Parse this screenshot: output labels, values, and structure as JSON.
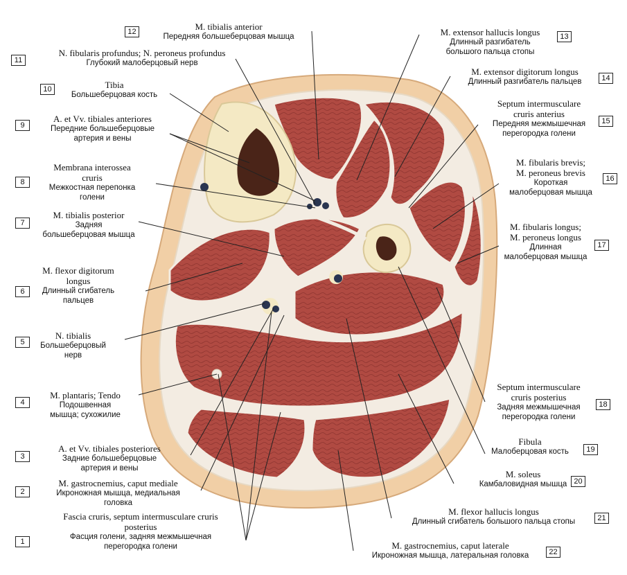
{
  "labels": [
    {
      "num": "1",
      "lat": [
        "Fascia cruris, septum intermusculare cruris",
        "posterius"
      ],
      "ru": [
        "Фасция голени, задняя межмышечная",
        "перегородка голени"
      ]
    },
    {
      "num": "2",
      "lat": [
        "M. gastrocnemius, caput mediale"
      ],
      "ru": [
        "Икроножная мышца, медиальная",
        "головка"
      ]
    },
    {
      "num": "3",
      "lat": [
        "A. et Vv. tibiales posteriores"
      ],
      "ru": [
        "Задние большеберцовые",
        "артерия и вены"
      ]
    },
    {
      "num": "4",
      "lat": [
        "M. plantaris; Tendo"
      ],
      "ru": [
        "Подошвенная",
        "мышца; сухожилие"
      ]
    },
    {
      "num": "5",
      "lat": [
        "N. tibialis"
      ],
      "ru": [
        "Большеберцовый",
        "нерв"
      ]
    },
    {
      "num": "6",
      "lat": [
        "M. flexor digitorum",
        "longus"
      ],
      "ru": [
        "Длинный сгибатель",
        "пальцев"
      ]
    },
    {
      "num": "7",
      "lat": [
        "M. tibialis posterior"
      ],
      "ru": [
        "Задняя",
        "большеберцовая мышца"
      ]
    },
    {
      "num": "8",
      "lat": [
        "Membrana interossea",
        "cruris"
      ],
      "ru": [
        "Межкостная перепонка",
        "голени"
      ]
    },
    {
      "num": "9",
      "lat": [
        "A. et Vv. tibiales anteriores"
      ],
      "ru": [
        "Передние большеберцовые",
        "артерия и вены"
      ]
    },
    {
      "num": "10",
      "lat": [
        "Tibia"
      ],
      "ru": [
        "Большеберцовая кость"
      ]
    },
    {
      "num": "11",
      "lat": [
        "N. fibularis profundus; N. peroneus profundus"
      ],
      "ru": [
        "Глубокий малоберцовый нерв"
      ]
    },
    {
      "num": "12",
      "lat": [
        "M. tibialis anterior"
      ],
      "ru": [
        "Передняя большеберцовая мышца"
      ]
    },
    {
      "num": "13",
      "lat": [
        "M. extensor hallucis longus"
      ],
      "ru": [
        "Длинный разгибатель",
        "большого пальца стопы"
      ]
    },
    {
      "num": "14",
      "lat": [
        "M. extensor digitorum longus"
      ],
      "ru": [
        "Длинный разгибатель пальцев"
      ]
    },
    {
      "num": "15",
      "lat": [
        "Septum intermusculare",
        "cruris anterius"
      ],
      "ru": [
        "Передняя межмышечная",
        "перегородка голени"
      ]
    },
    {
      "num": "16",
      "lat": [
        "M. fibularis brevis;",
        "M. peroneus brevis"
      ],
      "ru": [
        "Короткая",
        "малоберцовая мышца"
      ]
    },
    {
      "num": "17",
      "lat": [
        "M. fibularis longus;",
        "M. peroneus longus"
      ],
      "ru": [
        "Длинная",
        "малоберцовая мышца"
      ]
    },
    {
      "num": "18",
      "lat": [
        "Septum intermusculare",
        "cruris posterius"
      ],
      "ru": [
        "Задняя межмышечная",
        "перегородка голени"
      ]
    },
    {
      "num": "19",
      "lat": [
        "Fibula"
      ],
      "ru": [
        "Малоберцовая кость"
      ]
    },
    {
      "num": "20",
      "lat": [
        "M. soleus"
      ],
      "ru": [
        "Камбаловидная мышца"
      ]
    },
    {
      "num": "21",
      "lat": [
        "M. flexor hallucis longus"
      ],
      "ru": [
        "Длинный сгибатель большого пальца стопы"
      ]
    },
    {
      "num": "22",
      "lat": [
        "M. gastrocnemius, caput laterale"
      ],
      "ru": [
        "Икроножная мышца, латеральная головка"
      ]
    }
  ],
  "colors": {
    "skin": "#f1cfa6",
    "muscle": "#b04a42",
    "muscle_dark": "#8e3530",
    "fascia": "#f3ece2",
    "bone": "#f4e9c4",
    "marrow": "#4a2418",
    "vessel": "#2a3550"
  }
}
